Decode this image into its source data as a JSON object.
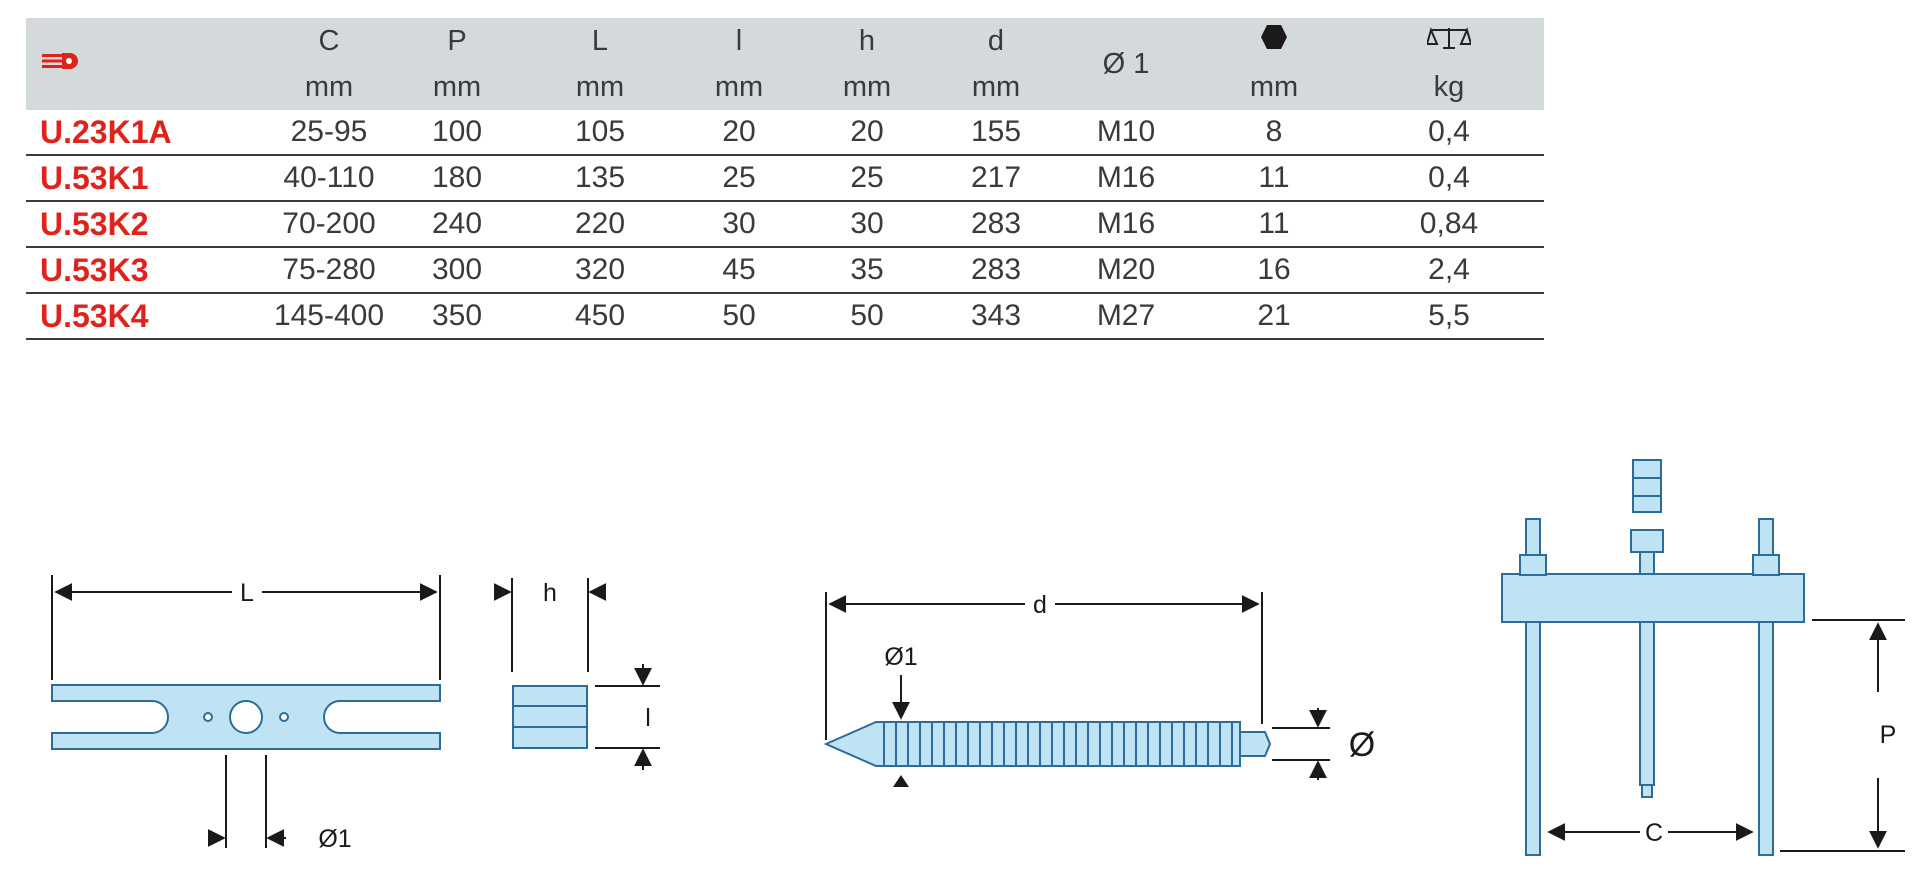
{
  "table": {
    "headers": [
      {
        "symbol": "",
        "unit": "",
        "icon": "puller-symbol-icon"
      },
      {
        "symbol": "C",
        "unit": "mm"
      },
      {
        "symbol": "P",
        "unit": "mm"
      },
      {
        "symbol": "L",
        "unit": "mm"
      },
      {
        "symbol": "l",
        "unit": "mm"
      },
      {
        "symbol": "h",
        "unit": "mm"
      },
      {
        "symbol": "d",
        "unit": "mm"
      },
      {
        "symbol": "Ø 1",
        "unit": ""
      },
      {
        "symbol": "",
        "unit": "mm",
        "icon": "hexagon-icon"
      },
      {
        "symbol": "",
        "unit": "kg",
        "icon": "scale-icon"
      }
    ],
    "rows": [
      [
        "U.23K1A",
        "25-95",
        "100",
        "105",
        "20",
        "20",
        "155",
        "M10",
        "8",
        "0,4"
      ],
      [
        "U.53K1",
        "40-110",
        "180",
        "135",
        "25",
        "25",
        "217",
        "M16",
        "11",
        "0,4"
      ],
      [
        "U.53K2",
        "70-200",
        "240",
        "220",
        "30",
        "30",
        "283",
        "M16",
        "11",
        "0,84"
      ],
      [
        "U.53K3",
        "75-280",
        "300",
        "320",
        "45",
        "35",
        "283",
        "M20",
        "16",
        "2,4"
      ],
      [
        "U.53K4",
        "145-400",
        "350",
        "450",
        "50",
        "50",
        "343",
        "M27",
        "21",
        "5,5"
      ]
    ]
  },
  "colors": {
    "header_bg": "#d4d9dc",
    "model_text": "#e0221c",
    "part_fill": "#bfe3f3",
    "part_stroke": "#2b6c9a"
  },
  "drawings": {
    "crossbar_length": "L",
    "crossbar_hole": "Ø1",
    "block_height": "h",
    "block_width": "l",
    "screw_length": "d",
    "screw_thread": "Ø1",
    "screw_diameter": "Ø",
    "puller_reach": "P",
    "puller_spread": "C"
  }
}
